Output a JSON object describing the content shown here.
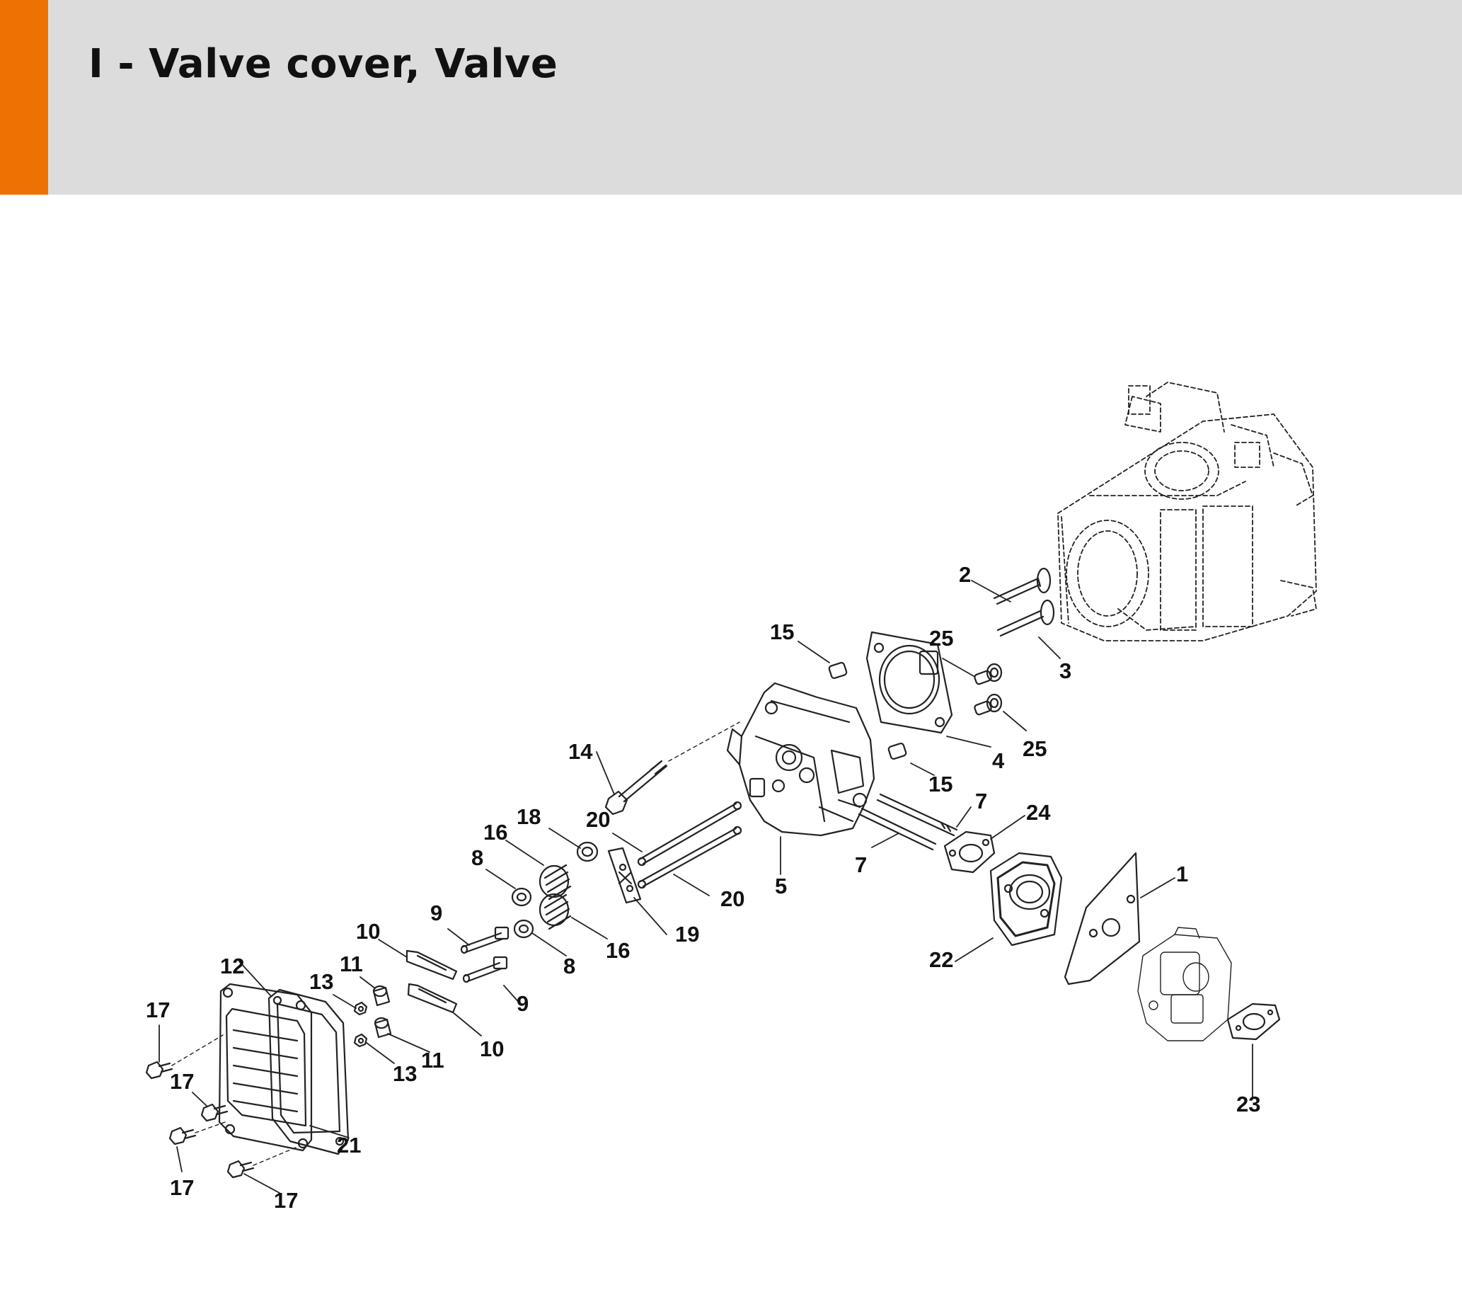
{
  "header": {
    "title": "I - Valve cover, Valve",
    "accent_color": "#ee7203",
    "background_color": "#dcdcdc"
  },
  "diagram": {
    "callouts": [
      {
        "id": "c2",
        "label": "2"
      },
      {
        "id": "c3",
        "label": "3"
      },
      {
        "id": "c25a",
        "label": "25"
      },
      {
        "id": "c25b",
        "label": "25"
      },
      {
        "id": "c15a",
        "label": "15"
      },
      {
        "id": "c15b",
        "label": "15"
      },
      {
        "id": "c4",
        "label": "4"
      },
      {
        "id": "c14",
        "label": "14"
      },
      {
        "id": "c7a",
        "label": "7"
      },
      {
        "id": "c7b",
        "label": "7"
      },
      {
        "id": "c24",
        "label": "24"
      },
      {
        "id": "c18",
        "label": "18"
      },
      {
        "id": "c20a",
        "label": "20"
      },
      {
        "id": "c20b",
        "label": "20"
      },
      {
        "id": "c16a",
        "label": "16"
      },
      {
        "id": "c16b",
        "label": "16"
      },
      {
        "id": "c5",
        "label": "5"
      },
      {
        "id": "c8a",
        "label": "8"
      },
      {
        "id": "c8b",
        "label": "8"
      },
      {
        "id": "c1",
        "label": "1"
      },
      {
        "id": "c19",
        "label": "19"
      },
      {
        "id": "c22",
        "label": "22"
      },
      {
        "id": "c9a",
        "label": "9"
      },
      {
        "id": "c9b",
        "label": "9"
      },
      {
        "id": "c10a",
        "label": "10"
      },
      {
        "id": "c10b",
        "label": "10"
      },
      {
        "id": "c12",
        "label": "12"
      },
      {
        "id": "c11a",
        "label": "11"
      },
      {
        "id": "c11b",
        "label": "11"
      },
      {
        "id": "c13a",
        "label": "13"
      },
      {
        "id": "c13b",
        "label": "13"
      },
      {
        "id": "c17a",
        "label": "17"
      },
      {
        "id": "c17b",
        "label": "17"
      },
      {
        "id": "c17c",
        "label": "17"
      },
      {
        "id": "c17d",
        "label": "17"
      },
      {
        "id": "c21",
        "label": "21"
      },
      {
        "id": "c23",
        "label": "23"
      }
    ]
  }
}
